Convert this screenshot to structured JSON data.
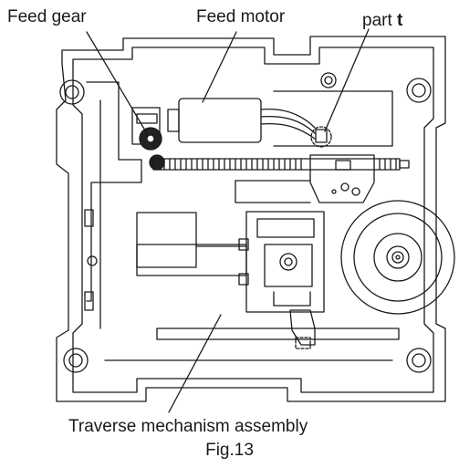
{
  "labels": {
    "feed_gear": "Feed gear",
    "feed_motor": "Feed motor",
    "part_prefix": "part ",
    "part_letter": "t",
    "traverse": "Traverse mechanism assembly",
    "figure": "Fig.13"
  },
  "colors": {
    "line": "#1a1a1a",
    "fill": "#ffffff",
    "gear_fill": "#222222"
  }
}
